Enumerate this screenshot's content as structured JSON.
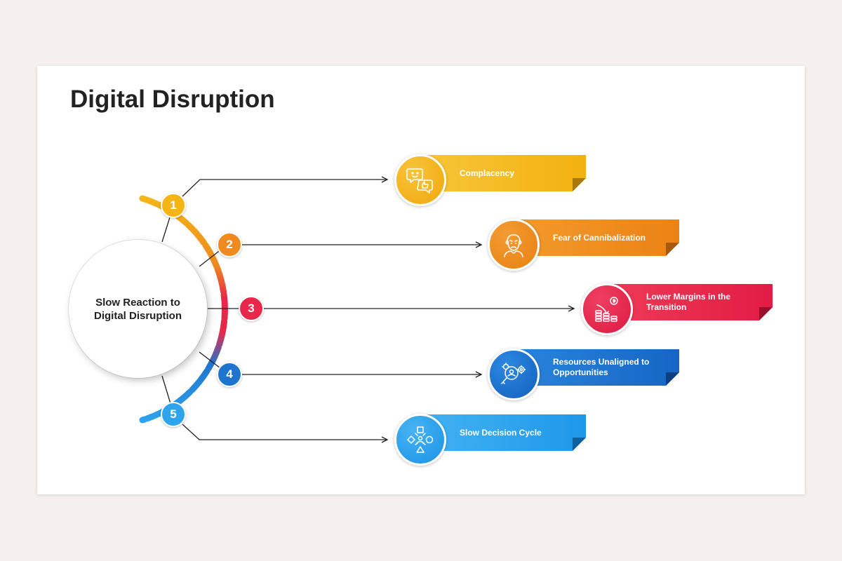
{
  "title": "Digital Disruption",
  "hub_text": "Slow Reaction to Digital Disruption",
  "colors": {
    "yellow": "#f5b516",
    "orange": "#ee8a1f",
    "red": "#e8284a",
    "blue": "#1e75d0",
    "lightblue": "#2ea3ee"
  },
  "items": [
    {
      "number": "1",
      "label": "Complacency",
      "icon": "chat-thumbs-up-icon",
      "color": "yellow"
    },
    {
      "number": "2",
      "label": "Fear of Cannibalization",
      "icon": "worried-person-icon",
      "color": "orange"
    },
    {
      "number": "3",
      "label": "Lower Margins in the Transition",
      "icon": "coins-decline-icon",
      "color": "red"
    },
    {
      "number": "4",
      "label": "Resources Unaligned to Opportunities",
      "icon": "gears-search-icon",
      "color": "blue"
    },
    {
      "number": "5",
      "label": "Slow Decision Cycle",
      "icon": "decision-flow-icon",
      "color": "lightblue"
    }
  ]
}
